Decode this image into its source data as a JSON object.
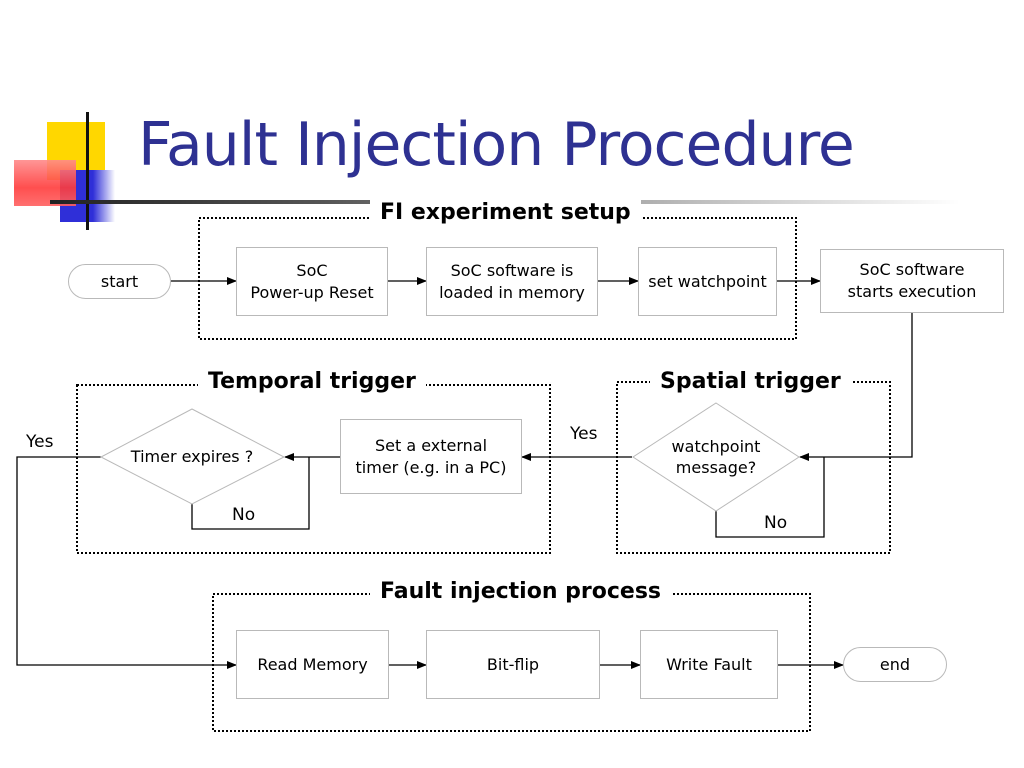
{
  "title": "Fault Injection Procedure",
  "sections": {
    "setup": "FI experiment setup",
    "temporal": "Temporal trigger",
    "spatial": "Spatial trigger",
    "injection": "Fault injection process"
  },
  "nodes": {
    "start": "start",
    "reset": "SoC\nPower-up Reset",
    "loaded": "SoC software is\nloaded in memory",
    "watchpoint": "set watchpoint",
    "exec": "SoC software\nstarts execution",
    "wp_decision": "watchpoint\nmessage?",
    "timer_set": "Set a external\ntimer (e.g. in a PC)",
    "timer_decision": "Timer expires ?",
    "read": "Read Memory",
    "flip": "Bit-flip",
    "write": "Write Fault",
    "end": "end"
  },
  "edge_labels": {
    "yes_spatial": "Yes",
    "no_spatial": "No",
    "yes_temporal": "Yes",
    "no_temporal": "No"
  },
  "colors": {
    "title": "#2e3192",
    "deco_yellow": "#ffd700",
    "deco_red": "#ff3b3b",
    "deco_blue": "#2f2fd8"
  }
}
